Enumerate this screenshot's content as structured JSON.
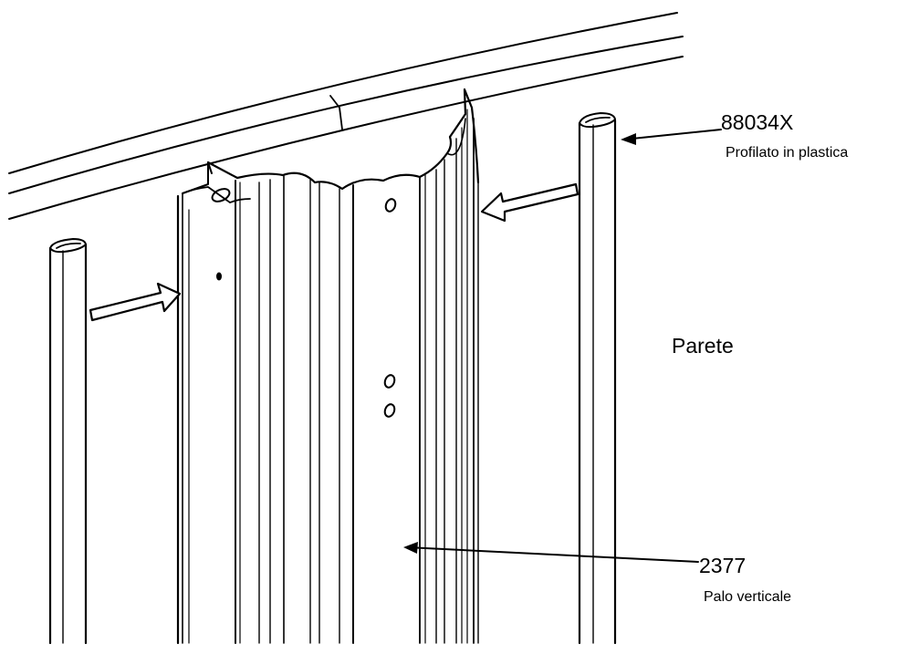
{
  "part_profile": {
    "code": "88034X",
    "description": "Profilato in plastica"
  },
  "part_post": {
    "code": "2377",
    "description": "Palo verticale"
  },
  "wall_label": "Parete"
}
